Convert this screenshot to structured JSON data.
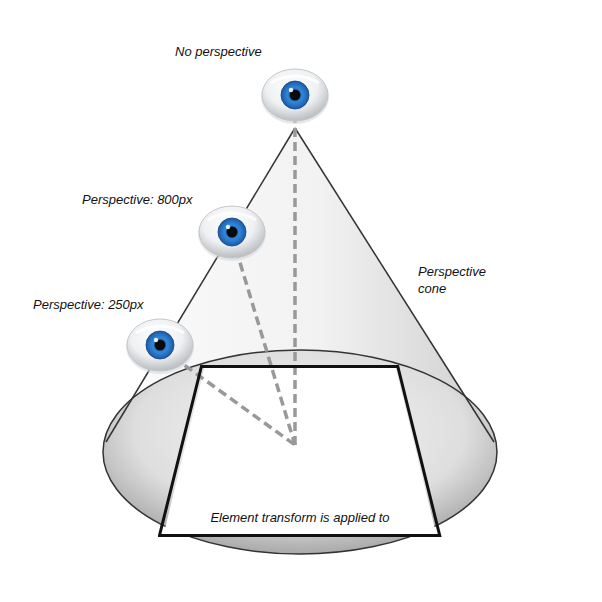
{
  "diagram": {
    "nodes": [
      {
        "text": [
          "Element transform is applied to"
        ]
      }
    ],
    "labels": [
      "No perspective",
      "Perspective: 800px",
      "Perspective: 250px",
      "Perspective cone"
    ]
  }
}
